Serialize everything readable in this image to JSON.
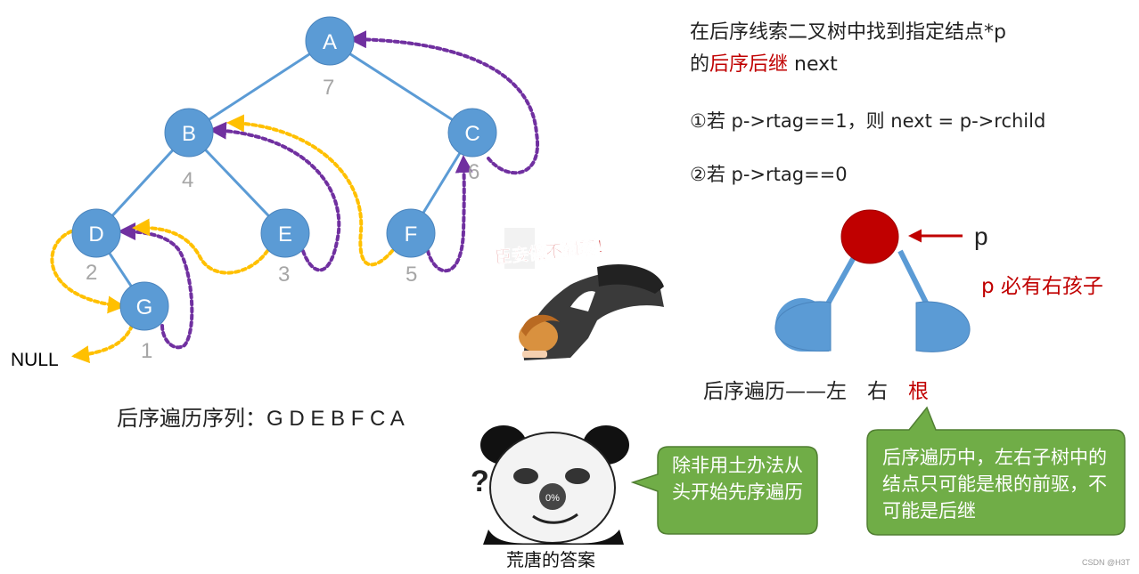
{
  "tree": {
    "nodes": [
      {
        "id": "A",
        "order": "7"
      },
      {
        "id": "B",
        "order": "4"
      },
      {
        "id": "C",
        "order": "6"
      },
      {
        "id": "D",
        "order": "2"
      },
      {
        "id": "E",
        "order": "3"
      },
      {
        "id": "F",
        "order": "5"
      },
      {
        "id": "G",
        "order": "1"
      }
    ],
    "edges": [
      [
        "A",
        "B"
      ],
      [
        "A",
        "C"
      ],
      [
        "B",
        "D"
      ],
      [
        "B",
        "E"
      ],
      [
        "C",
        "F"
      ],
      [
        "D",
        "G"
      ]
    ],
    "null_label": "NULL",
    "sequence_label": "后序遍历序列：",
    "sequence": "G D E B F C A",
    "colors": {
      "node": "#5b9bd5",
      "edge": "#5b9bd5",
      "order": "#a6a6a6",
      "pred_thread": "#ffc000",
      "succ_thread": "#7030a0"
    }
  },
  "text": {
    "line1": "在后序线索二叉树中找到指定结点*p",
    "line2_pre": "的",
    "line2_red": "后序后继",
    "line2_post": " next",
    "case1": "①若 p->rtag==1，则 next = p->rchild",
    "case2": "②若 p->rtag==0",
    "p_label": "p",
    "p_note": "p 必有右孩子",
    "trav_pre": "后序遍历——左　右　",
    "trav_red": "根"
  },
  "callouts": {
    "right": "后序遍历中，左右子树中的结点只可能是根的前驱，不可能是后继",
    "left": "除非用土办法从头开始先序遍历"
  },
  "meme": {
    "kneel_text": "臣妾做不到啊！",
    "panda_caption": "荒唐的答案",
    "panda_question": "?",
    "panda_badge": "0%"
  },
  "watermark": "CSDN @H3T",
  "colors": {
    "callout": "#70ad47",
    "callout_border": "#507e32",
    "root": "#c00000",
    "subtree": "#5b9bd5",
    "accent_red": "#c00000"
  }
}
